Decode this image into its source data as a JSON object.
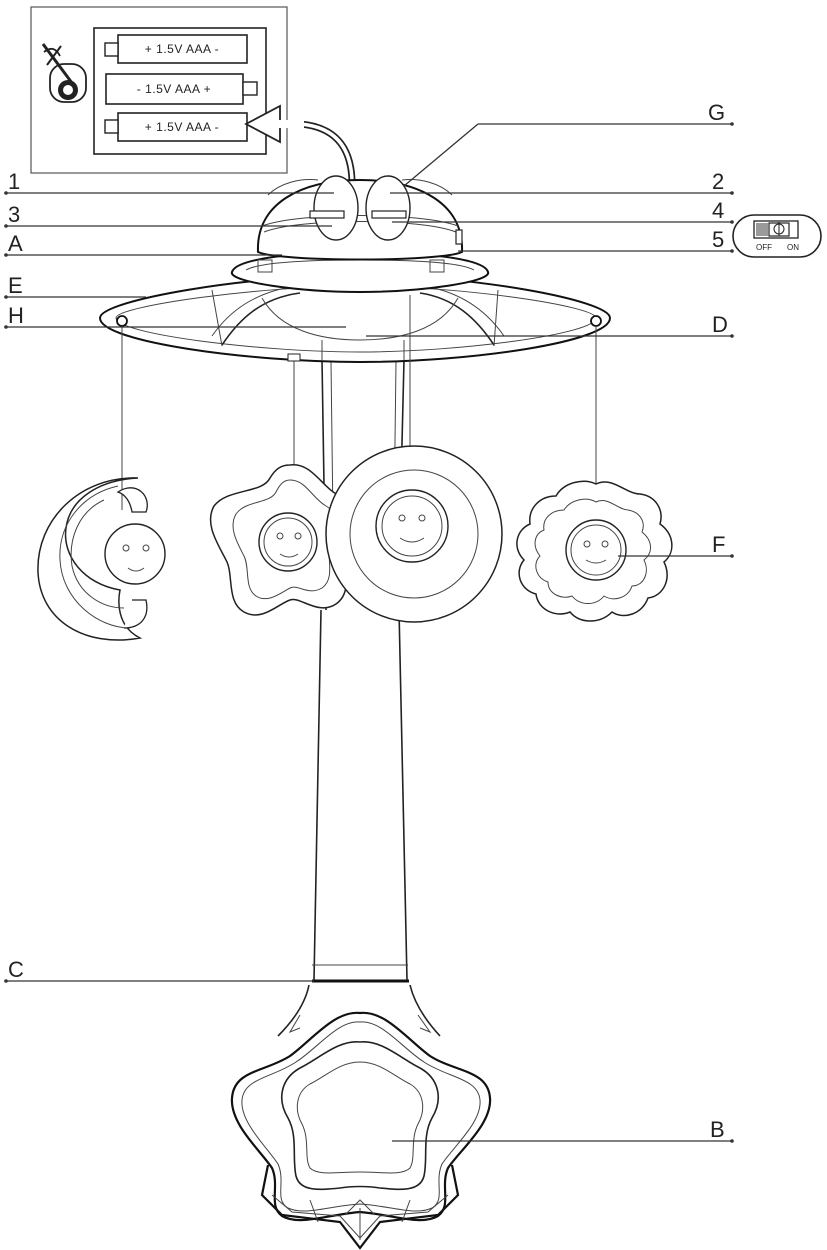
{
  "battery_inset": {
    "batteries": [
      "+ 1.5V AAA -",
      "- 1.5V AAA +",
      "+ 1.5V AAA -"
    ]
  },
  "switch": {
    "off_label": "OFF",
    "on_label": "ON"
  },
  "callouts": {
    "G": "G",
    "n1": "1",
    "n2": "2",
    "n3": "3",
    "n4": "4",
    "A": "A",
    "n5": "5",
    "E": "E",
    "H": "H",
    "D": "D",
    "F": "F",
    "C": "C",
    "B": "B"
  }
}
